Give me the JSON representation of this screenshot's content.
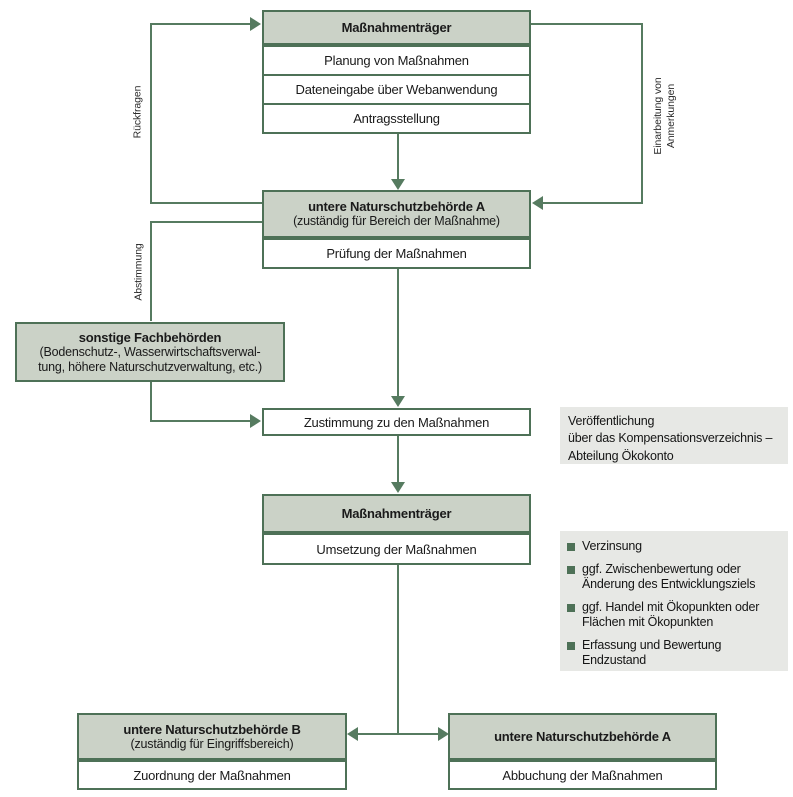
{
  "colors": {
    "box_border_green": "#4e7157",
    "header_fill_sage": "#cbd2c7",
    "connector_green": "#567b60",
    "panel_gray": "#e7e8e5",
    "text_black": "#1a1a1a"
  },
  "boxes": {
    "carrier_top": {
      "title": "Maßnahmenträger",
      "rows": [
        "Planung von Maßnahmen",
        "Dateneingabe über Webanwendung",
        "Antragsstellung"
      ]
    },
    "authority_a_review": {
      "title": "untere Naturschutzbehörde A",
      "subtitle": "(zuständig für Bereich der Maßnahme)",
      "rows": [
        "Prüfung der Maßnahmen"
      ]
    },
    "expert_agencies": {
      "title": "sonstige Fachbehörden",
      "subtitle": "(Bodenschutz-, Wasserwirtschaftsverwal-\ntung, höhere Naturschutzverwaltung, etc.)"
    },
    "approval": {
      "label": "Zustimmung zu den Maßnahmen"
    },
    "carrier_implement": {
      "title": "Maßnahmenträger",
      "rows": [
        "Umsetzung der Maßnahmen"
      ]
    },
    "authority_b": {
      "title": "untere Naturschutzbehörde B",
      "subtitle": "(zuständig für Eingriffsbereich)",
      "rows": [
        "Zuordnung der Maßnahmen"
      ]
    },
    "authority_a_debit": {
      "title": "untere Naturschutzbehörde A",
      "rows": [
        "Abbuchung der Maßnahmen"
      ]
    }
  },
  "edge_labels": {
    "rueckfragen": "Rückfragen",
    "abstimmung": "Abstimmung",
    "einarbeitung": "Einarbeitung von\nAnmerkungen"
  },
  "note": {
    "text": "Veröffentlichung\nüber das Kompensationsverzeichnis –\nAbteilung Ökokonto"
  },
  "bullets": [
    "Verzinsung",
    "ggf. Zwischenbewertung oder\nÄnderung des Entwicklungsziels",
    "ggf. Handel mit Ökopunkten oder\nFlächen mit Ökopunkten",
    "Erfassung und Bewertung\nEndzustand"
  ]
}
